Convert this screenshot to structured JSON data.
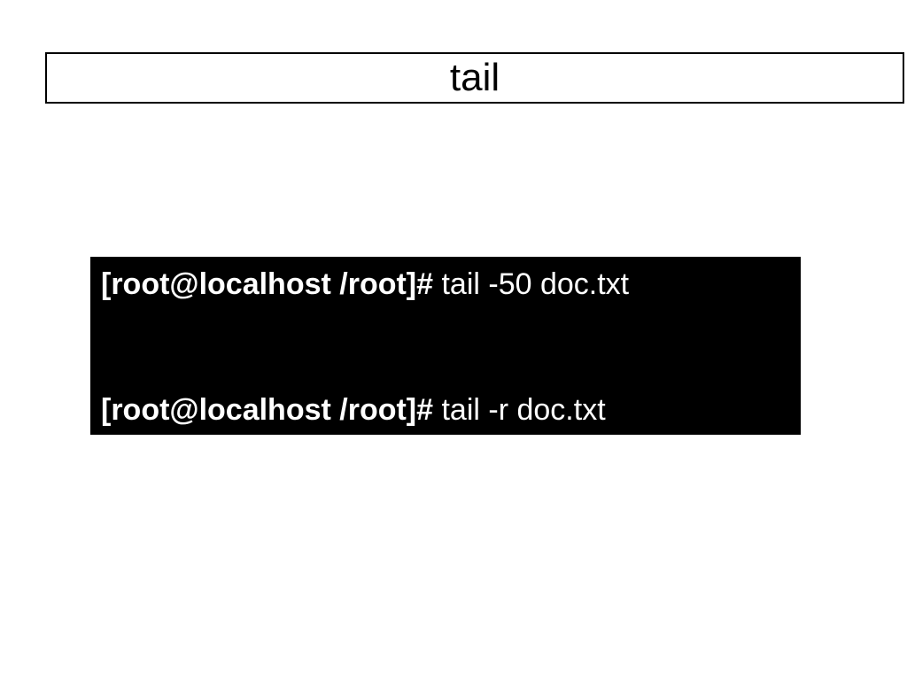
{
  "slide": {
    "title": "tail"
  },
  "terminal": {
    "lines": [
      {
        "prompt": "[root@localhost /root]#",
        "command": " tail -50 doc.txt"
      },
      {
        "prompt": "[root@localhost /root]#",
        "command": " tail -r doc.txt"
      }
    ]
  },
  "colors": {
    "background": "#ffffff",
    "terminal_background": "#000000",
    "terminal_text": "#ffffff",
    "title_border": "#000000"
  }
}
